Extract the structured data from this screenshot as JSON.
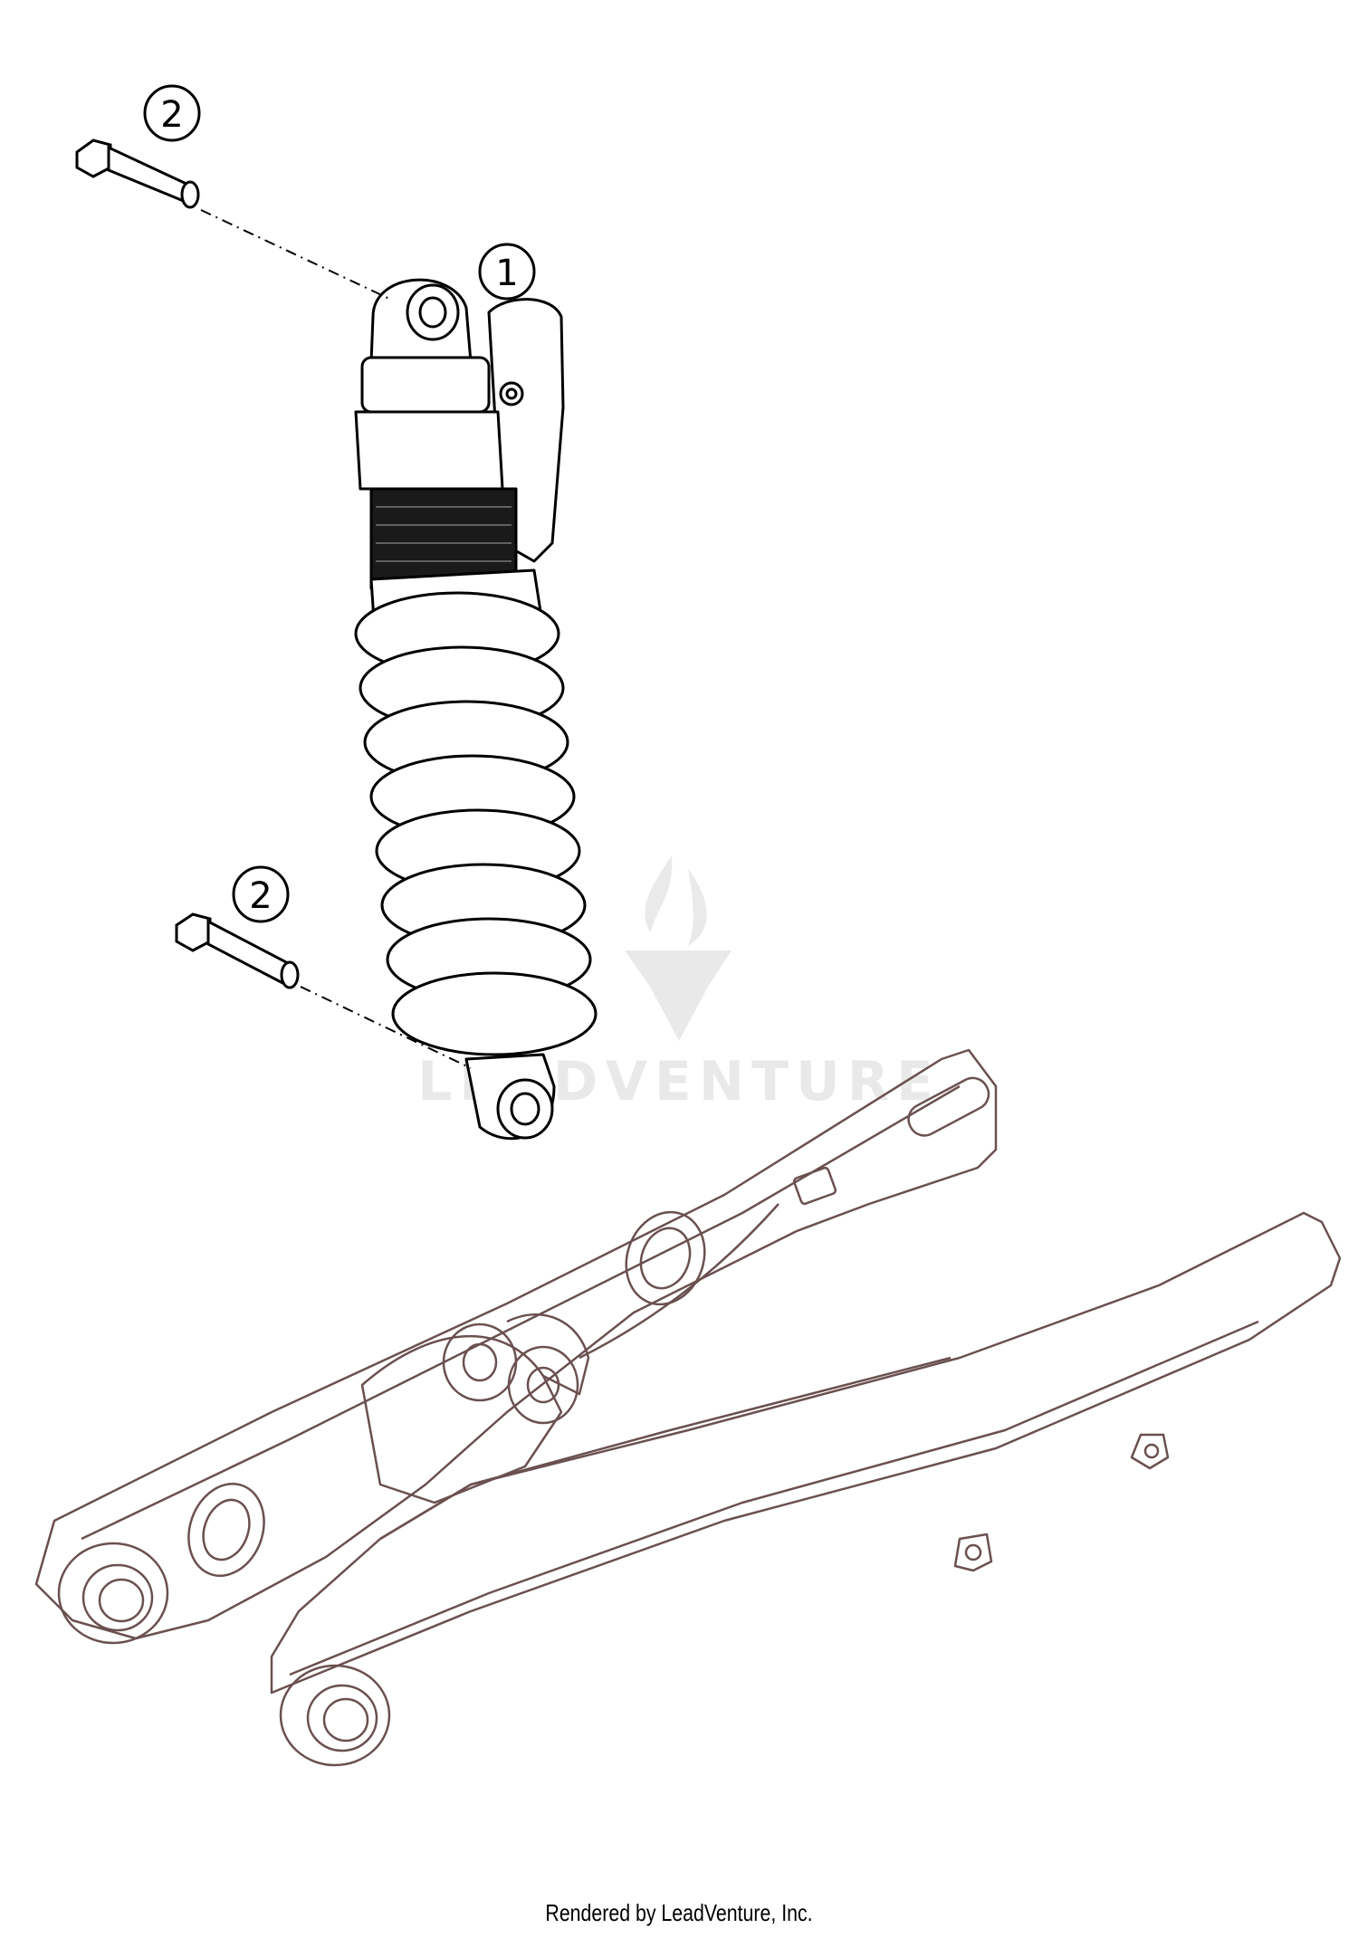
{
  "callouts": [
    {
      "id": "callout-2-top",
      "label": "2"
    },
    {
      "id": "callout-1",
      "label": "1"
    },
    {
      "id": "callout-2-bottom",
      "label": "2"
    }
  ],
  "watermark": {
    "text": "LEADVENTURE"
  },
  "footer": {
    "credit": "Rendered by LeadVenture, Inc."
  },
  "colors": {
    "line": "#000000",
    "swingarm_line": "#6b5050",
    "watermark": "#d8d8d8"
  }
}
